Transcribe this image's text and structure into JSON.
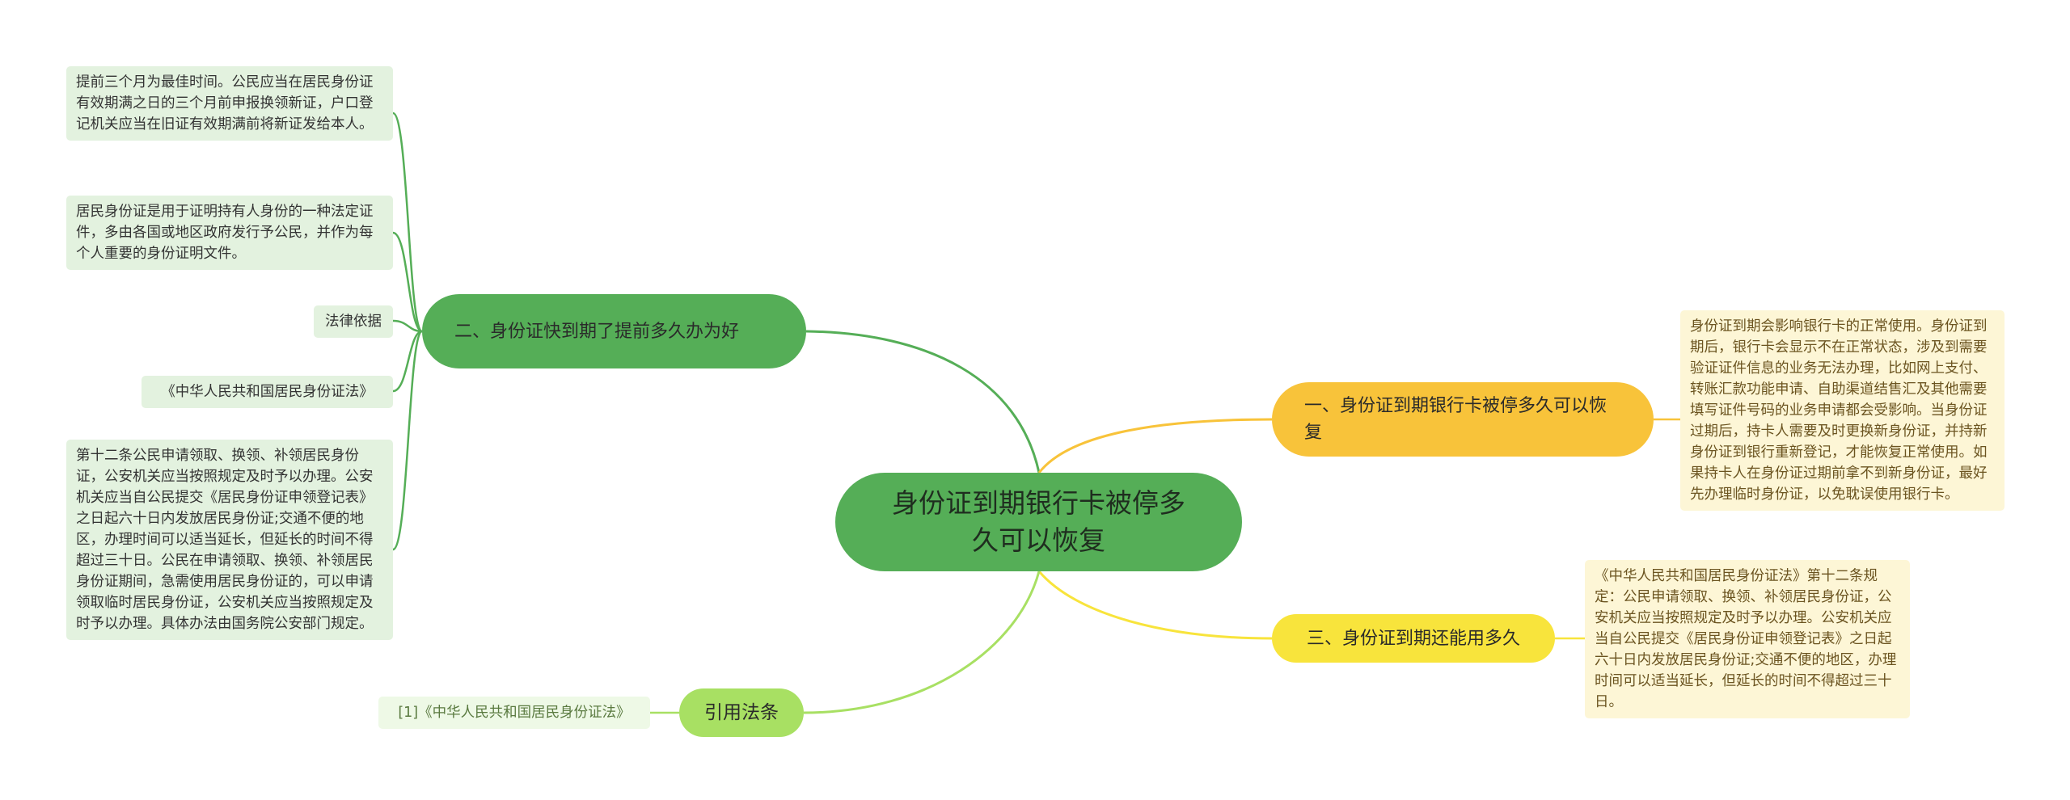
{
  "center": {
    "label": "身份证到期银行卡被停多久可以恢复"
  },
  "branches": {
    "b2": {
      "label": "二、身份证快到期了提前多久办为好"
    },
    "b1": {
      "label": "一、身份证到期银行卡被停多久可以恢复"
    },
    "b3": {
      "label": "三、身份证到期还能用多久"
    },
    "ref": {
      "label": "引用法条"
    }
  },
  "leaves": {
    "l1": "提前三个月为最佳时间。公民应当在居民身份证有效期满之日的三个月前申报换领新证，户口登记机关应当在旧证有效期满前将新证发给本人。",
    "l2": "居民身份证是用于证明持有人身份的一种法定证件，多由各国或地区政府发行予公民，并作为每个人重要的身份证明文件。",
    "l3": "法律依据",
    "l4": "《中华人民共和国居民身份证法》",
    "l5": "第十二条公民申请领取、换领、补领居民身份证，公安机关应当按照规定及时予以办理。公安机关应当自公民提交《居民身份证申领登记表》之日起六十日内发放居民身份证;交通不便的地区，办理时间可以适当延长，但延长的时间不得超过三十日。公民在申请领取、换领、补领居民身份证期间，急需使用居民身份证的，可以申请领取临时居民身份证，公安机关应当按照规定及时予以办理。具体办法由国务院公安部门规定。",
    "r1": "身份证到期会影响银行卡的正常使用。身份证到期后，银行卡会显示不在正常状态，涉及到需要验证证件信息的业务无法办理，比如网上支付、转账汇款功能申请、自助渠道结售汇及其他需要填写证件号码的业务申请都会受影响。当身份证过期后，持卡人需要及时更换新身份证，并持新身份证到银行重新登记，才能恢复正常使用。如果持卡人在身份证过期前拿不到新身份证，最好先办理临时身份证，以免耽误使用银行卡。",
    "r2": "《中华人民共和国居民身份证法》第十二条规定：公民申请领取、换领、补领居民身份证，公安机关应当按照规定及时予以办理。公安机关应当自公民提交《居民身份证申领登记表》之日起六十日内发放居民身份证;交通不便的地区，办理时间可以适当延长，但延长的时间不得超过三十日。",
    "ref1": "[1]《中华人民共和国居民身份证法》"
  },
  "colors": {
    "center": "#55ae57",
    "green_branch": "#55ae57",
    "orange_branch": "#f8c33a",
    "yellow_branch": "#f8e43c",
    "lime_branch": "#a8e063",
    "green_leaf": "#e3f2df",
    "cream_leaf": "#fdf6d6"
  }
}
